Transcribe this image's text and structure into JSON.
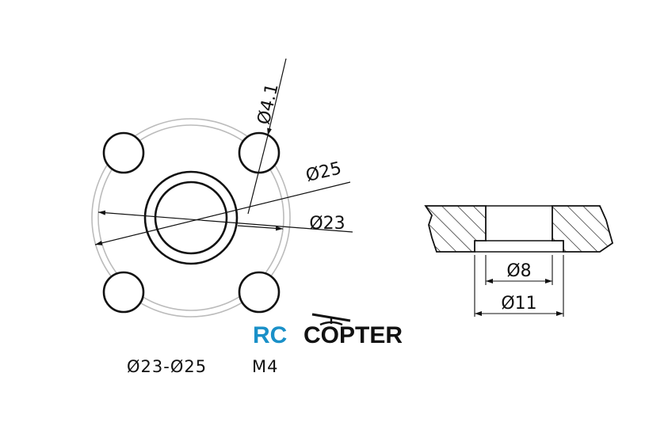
{
  "front_view": {
    "dim_hole": "Ø4.1",
    "dim_outer": "Ø25",
    "dim_inner": "Ø23"
  },
  "section_view": {
    "dim_bore": "Ø8",
    "dim_counterbore": "Ø11"
  },
  "logo": {
    "part1": "RC",
    "part2": "COPTER"
  },
  "caption": {
    "range": "Ø23-Ø25",
    "thread": "M4"
  }
}
